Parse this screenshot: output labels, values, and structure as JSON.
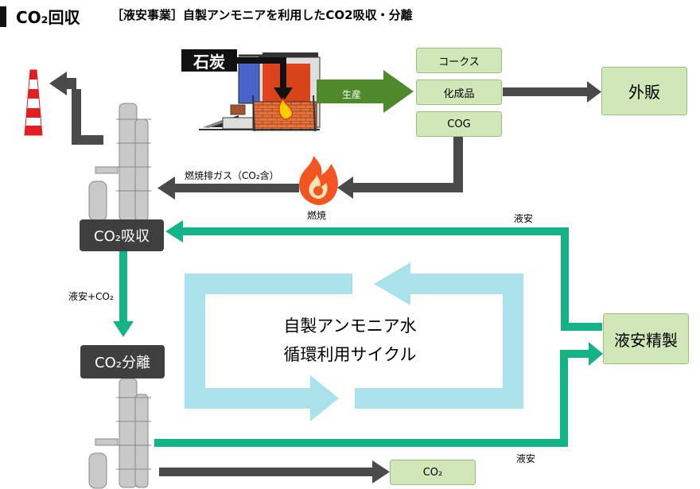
{
  "header": {
    "title": "CO₂回収",
    "subtitle": "［液安事業］自製アンモニアを利用したCO2吸収・分離"
  },
  "coal_label": "石炭",
  "production_label": "生産",
  "products": [
    "コークス",
    "化成品",
    "COG"
  ],
  "external_sales": "外販",
  "combustion_gas_label": "燃焼排ガス（CO₂含）",
  "combustion_label": "燃焼",
  "absorption_label": "CO₂吸収",
  "separation_label": "CO₂分離",
  "ammonia_plus_co2_label": "液安+CO₂",
  "ammonia_top_label": "液安",
  "ammonia_bottom_label": "液安",
  "ammonia_refining": "液安精製",
  "co2_output": "CO₂",
  "cycle_text": [
    "自製アンモニア水",
    "循環利用サイクル"
  ],
  "colors": {
    "dark_arrow": "#4a4a4a",
    "green_arrow": "#12b386",
    "product_box": "#d1e7b7",
    "cycle": "#a9e2ea",
    "production_arrow": "#4e8a2a"
  }
}
